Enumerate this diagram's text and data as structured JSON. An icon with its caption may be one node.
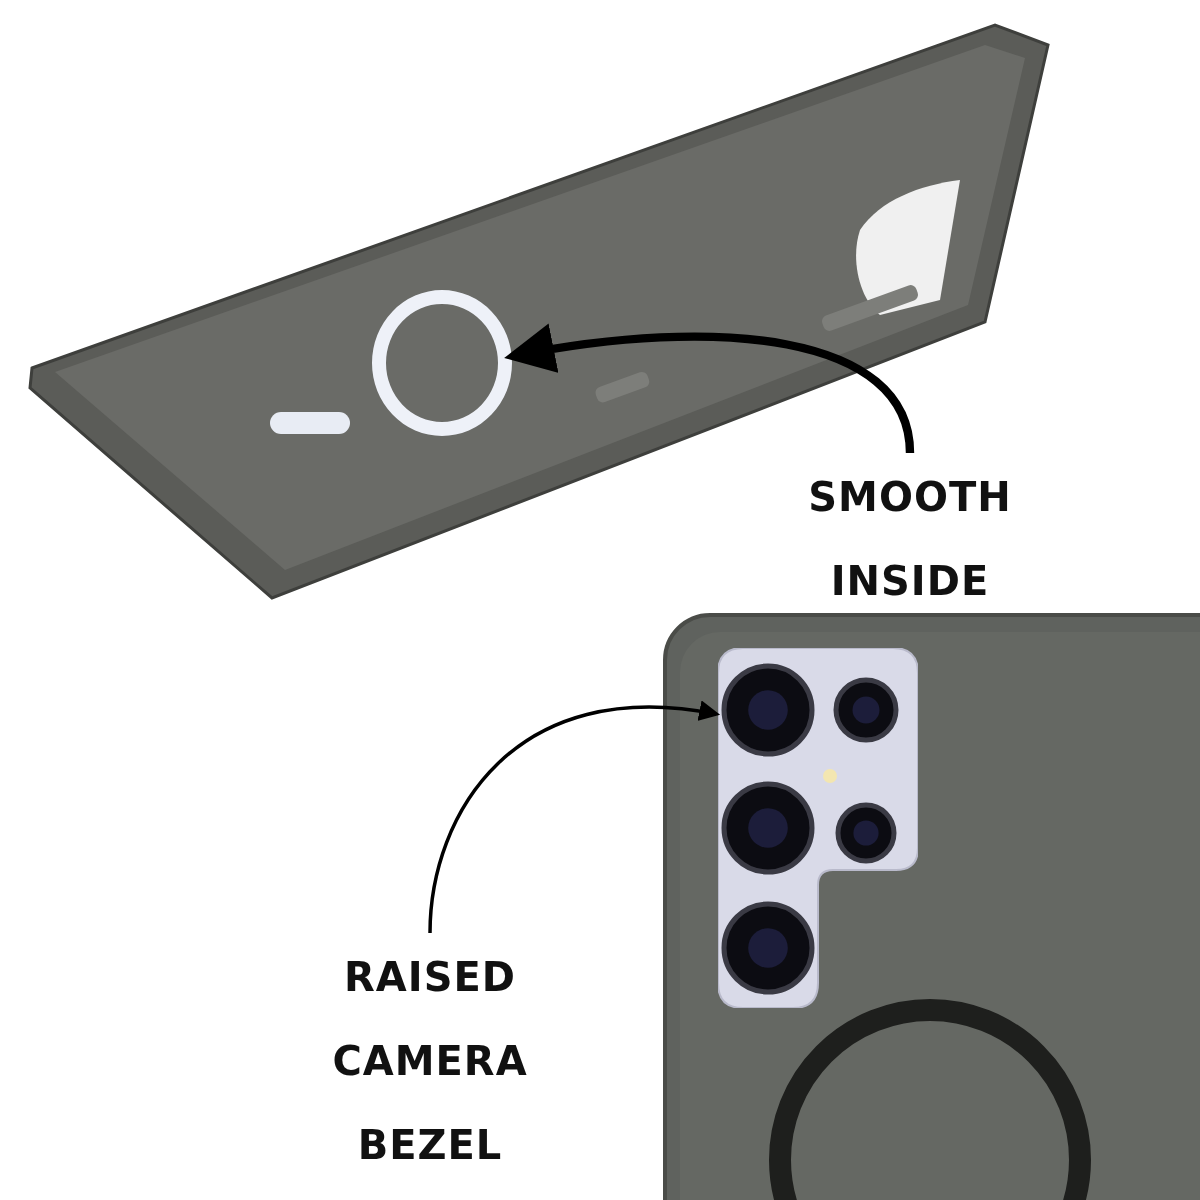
{
  "diagram": {
    "nodes": [
      {
        "text": [],
        "shape": "circle"
      },
      {
        "text": [
          "SMOOTH INSIDE"
        ]
      },
      {
        "text": [],
        "shape": "picture"
      },
      {
        "text": [
          "RAISED CAMERA BEZEL"
        ]
      }
    ],
    "edges": [
      {
        "from": 1,
        "to": 0,
        "arrow": "to",
        "style": "thick"
      },
      {
        "from": 3,
        "to": 2,
        "arrow": "to"
      }
    ]
  }
}
